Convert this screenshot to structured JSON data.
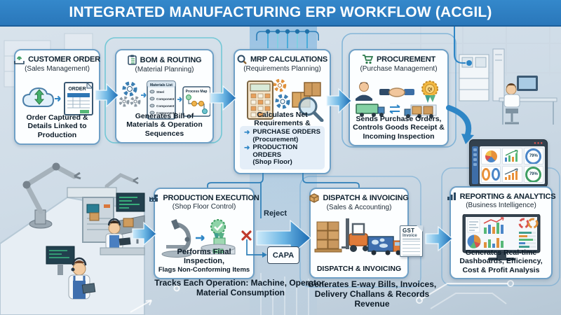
{
  "title": "INTEGRATED MANUFACTURING ERP WORKFLOW (ACGIL)",
  "boxes": {
    "customer_order": {
      "title": "CUSTOMER ORDER",
      "subtitle": "(Sales Management)",
      "desc": "Order Captured & Details Linked to Production",
      "doc_label": "ORDER"
    },
    "bom_routing": {
      "title": "BOM & ROUTING",
      "subtitle": "(Material Planning)",
      "desc": "Generates Bill of Materials & Operation Sequences",
      "materials_title": "Materials List",
      "materials": [
        "Steel",
        "Component",
        "Component",
        "Components"
      ],
      "process_title": "Process Map"
    },
    "mrp": {
      "title": "MRP CALCULATIONS",
      "subtitle": "(Requirements Planning)",
      "desc": "Calculates Net Requirements & Inventory Levels",
      "bullet1": "PURCHASE ORDERS",
      "bullet1_sub": "(Procurement)",
      "bullet2": "PRODUCTION ORDERS",
      "bullet2_sub": "(Shop Floor)"
    },
    "procurement": {
      "title": "PROCUREMENT",
      "subtitle": "(Purchase Management)",
      "desc": "Sends Purchase Orders, Controls Goods Receipt & Incoming Inspection",
      "quality_badge": "QI"
    },
    "production_execution": {
      "title": "PRODUCTION EXECUTION",
      "subtitle": "(Shop Floor Control)",
      "desc_line1": "Performs Final Inspection,",
      "desc_line2": "Flags Non-Conforming Items",
      "note": "Tracks Each Operation: Machine, Operator, Material Consumption"
    },
    "dispatch_invoicing": {
      "title": "DISPATCH & INVOICING",
      "subtitle": "(Sales & Accounting)",
      "caption": "DISPATCH & INVOICING",
      "note": "Generates E-way Bills, Invoices, Delivery Challans & Records Revenue",
      "gst_doc_line1": "GST",
      "gst_doc_line2": "Invoice"
    },
    "reporting": {
      "title": "REPORTING & ANALYTICS",
      "subtitle": "(Business Intelligence)",
      "desc": "Generates Real-time Dashboards, Efficiency, Cost & Profit Analysis"
    }
  },
  "flow_labels": {
    "reject": "Reject",
    "capa": "CAPA"
  },
  "tablet_dashboard": {
    "gauge1": "79%",
    "gauge2": "79%"
  },
  "icons": {
    "bullet_arrow": "➜",
    "customer_order": "download-tray-icon",
    "bom_routing": "clipboard-icon",
    "mrp": "magnifier-icon",
    "procurement": "cart-icon",
    "production_execution": "factory-icon",
    "dispatch_invoicing": "package-icon",
    "reporting": "bar-chart-icon"
  },
  "colors": {
    "banner": "#2b7cc0",
    "box_border": "#6fa0c6",
    "arrow_dark": "#1a6ab2",
    "accent_teal": "#53bfcf"
  }
}
